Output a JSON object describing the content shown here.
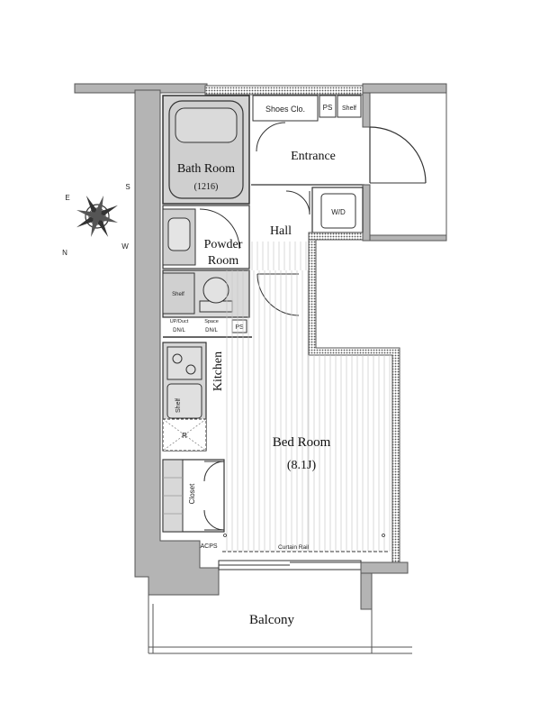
{
  "rooms": {
    "bath": "Bath Room",
    "bath_size": "(1216)",
    "powder_line1": "Powder",
    "powder_line2": "Room",
    "entrance": "Entrance",
    "hall": "Hall",
    "kitchen": "Kitchen",
    "bedroom": "Bed Room",
    "bedroom_size": "(8.1J)",
    "balcony": "Balcony"
  },
  "fixtures": {
    "shoes_closet": "Shoes Clo.",
    "ps_top": "PS",
    "shelf_top": "Shelf",
    "washer": "W/D",
    "shelf_powder": "Shelf",
    "up_dn_left": "UP/Duct",
    "dn_left": "DN/L",
    "space": "Space",
    "dn_right": "DN/L",
    "ps_mid": "PS",
    "shelf_kitchen": "Shelf",
    "fridge": "R",
    "closet": "Closet",
    "acps": "ACPS",
    "curtain_rail": "Curtain Rail"
  },
  "compass": {
    "s": "S",
    "e": "E",
    "w": "W",
    "n": "N"
  },
  "colors": {
    "wall": "#b4b4b4",
    "wall_dark": "#8c8c8c",
    "line": "#333333",
    "stripe": "#c8c8c8"
  }
}
